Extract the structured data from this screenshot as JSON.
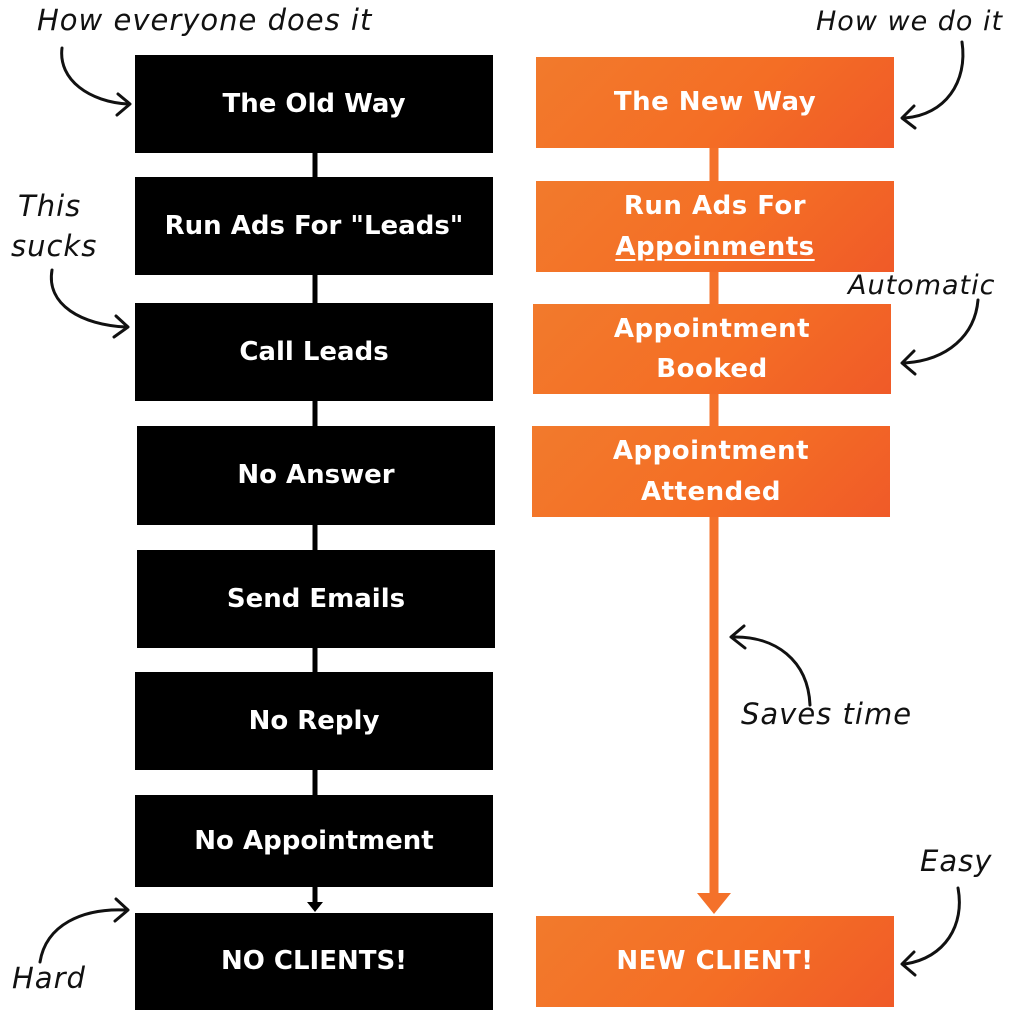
{
  "old_way": {
    "steps": [
      "The Old Way",
      "Run Ads For \"Leads\"",
      "Call Leads",
      "No Answer",
      "Send Emails",
      "No Reply",
      "No Appointment",
      "NO CLIENTS!"
    ]
  },
  "new_way": {
    "title": "The New Way",
    "step_2_line_1": "Run Ads For",
    "step_2_line_2": "Appoinments",
    "step_3_line_1": "Appointment",
    "step_3_line_2": "Booked",
    "step_4_line_1": "Appointment",
    "step_4_line_2": "Attended",
    "final": "NEW CLIENT!"
  },
  "annotations": {
    "how_everyone": "How everyone does it",
    "how_we": "How we do it",
    "this_sucks_1": "This",
    "this_sucks_2": "sucks",
    "automatic": "Automatic",
    "saves_time": "Saves time",
    "easy": "Easy",
    "hard": "Hard"
  },
  "colors": {
    "old_box": "#000000",
    "new_box": "#f4712a",
    "connector_old": "#000000",
    "connector_new": "#f4712a",
    "text": "#ffffff"
  }
}
